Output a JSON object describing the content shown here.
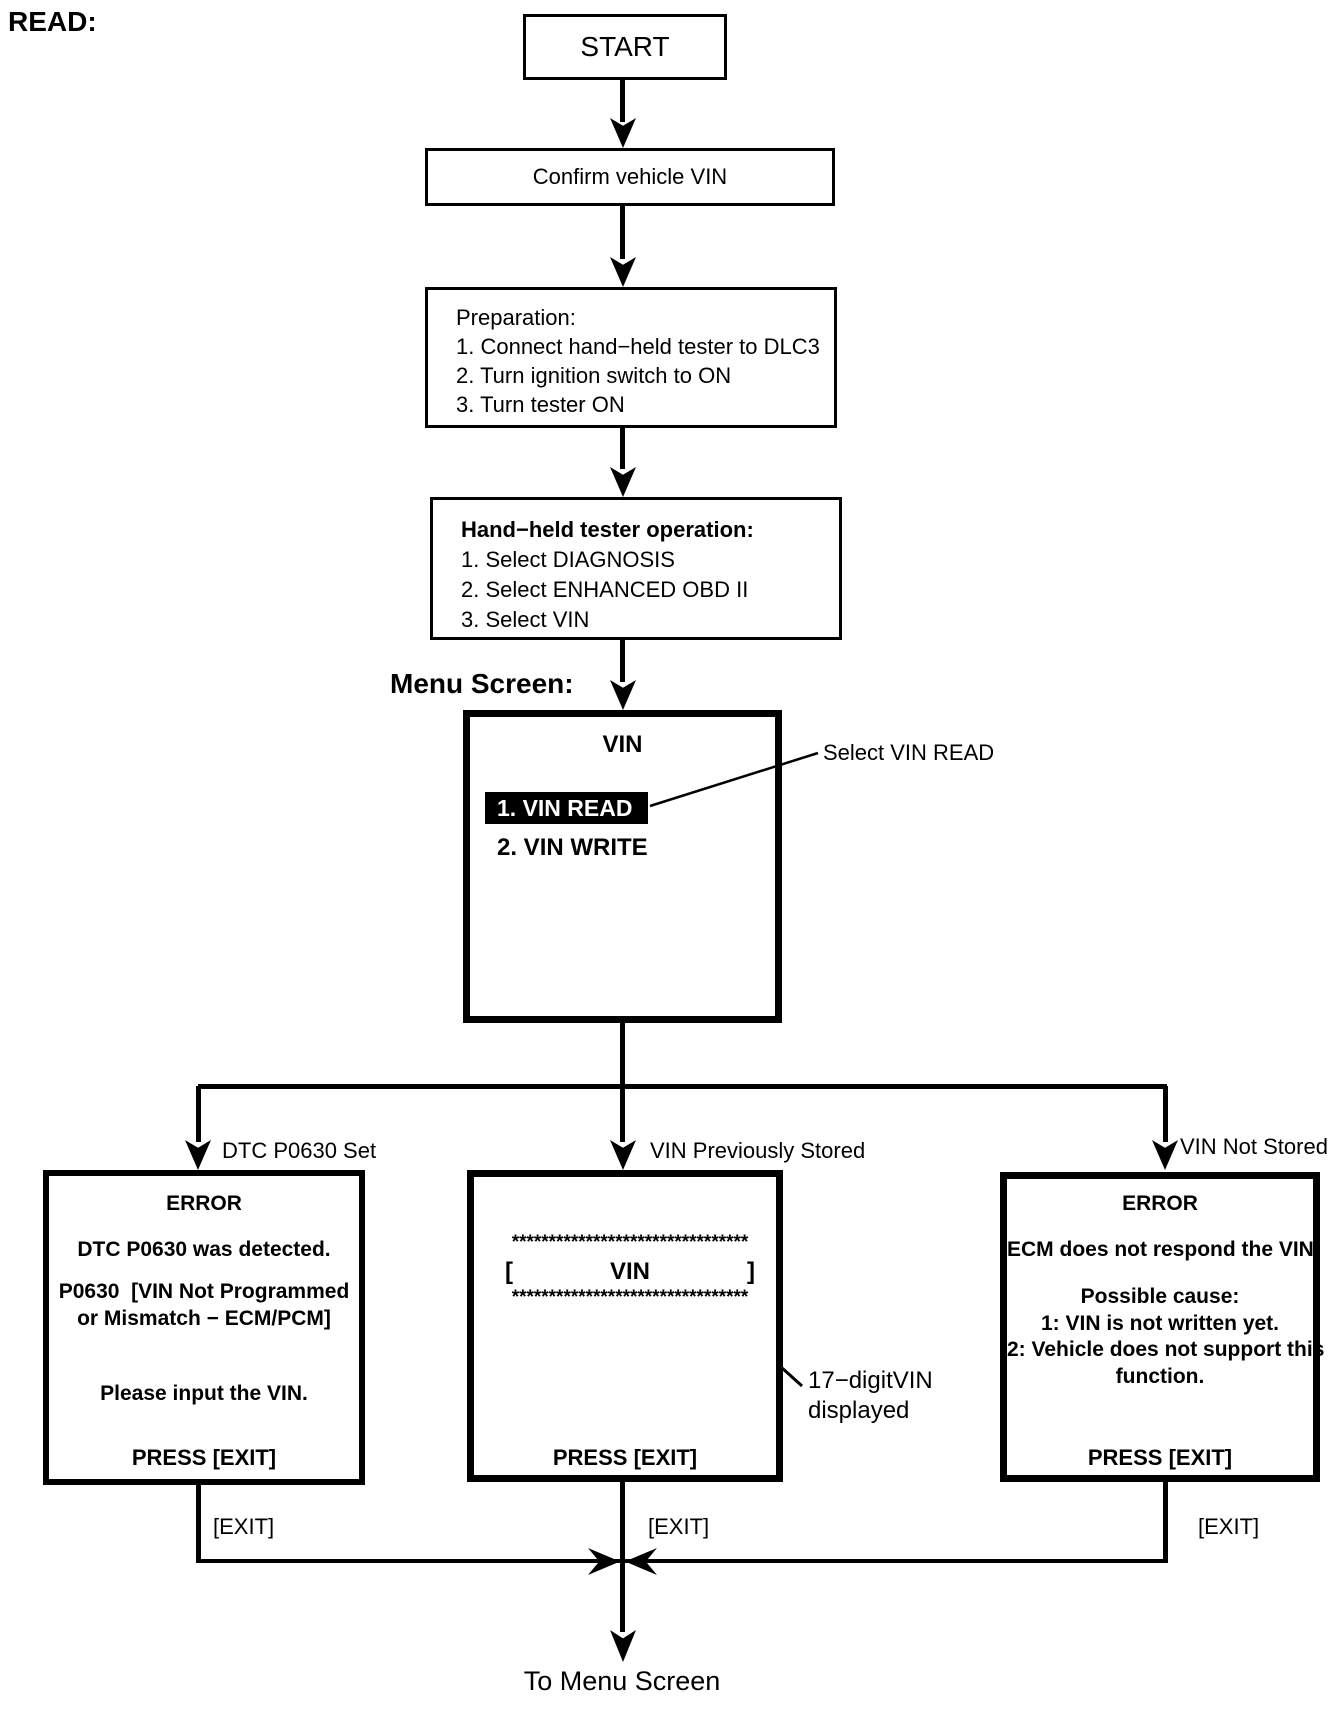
{
  "header": {
    "label": "READ:"
  },
  "flow": {
    "start": "START",
    "confirm_vin": "Confirm vehicle VIN",
    "preparation": {
      "title": "Preparation:",
      "step1": "1. Connect hand−held tester to DLC3",
      "step2": "2. Turn ignition switch to ON",
      "step3": "3. Turn tester ON"
    },
    "tester_operation": {
      "title": "Hand−held tester operation:",
      "step1": "1. Select DIAGNOSIS",
      "step2": "2. Select ENHANCED OBD II",
      "step3": "3. Select VIN"
    }
  },
  "menu_screen": {
    "caption": "Menu Screen:",
    "title": "VIN",
    "item1": "1. VIN READ",
    "item2": "2. VIN WRITE",
    "callout": "Select VIN READ",
    "highlight_color": "#000000",
    "highlight_text_color": "#ffffff"
  },
  "branch_labels": {
    "left": "DTC P0630 Set",
    "middle": "VIN Previously Stored",
    "right": "VIN Not Stored"
  },
  "error_dtc": {
    "title": "ERROR",
    "line1": "DTC P0630 was detected.",
    "line2": "P0630  [VIN Not Programmed",
    "line3": "or Mismatch − ECM/PCM]",
    "line4": "Please input the VIN.",
    "press": "PRESS [EXIT]"
  },
  "vin_stored": {
    "asterisks": "********************************",
    "bracket_open": "[",
    "vin": "VIN",
    "bracket_close": "]",
    "press": "PRESS [EXIT]",
    "callout_line1": "17−digitVIN",
    "callout_line2": "displayed"
  },
  "error_no_vin": {
    "title": "ERROR",
    "line1": "ECM does not respond the VIN.",
    "line2": "Possible cause:",
    "line3": "1: VIN is not written yet.",
    "line4": "2: Vehicle does not support this",
    "line5": "function.",
    "press": "PRESS [EXIT]"
  },
  "exits": {
    "left": "[EXIT]",
    "middle": "[EXIT]",
    "right": "[EXIT]"
  },
  "footer": {
    "to_menu": "To Menu Screen"
  }
}
